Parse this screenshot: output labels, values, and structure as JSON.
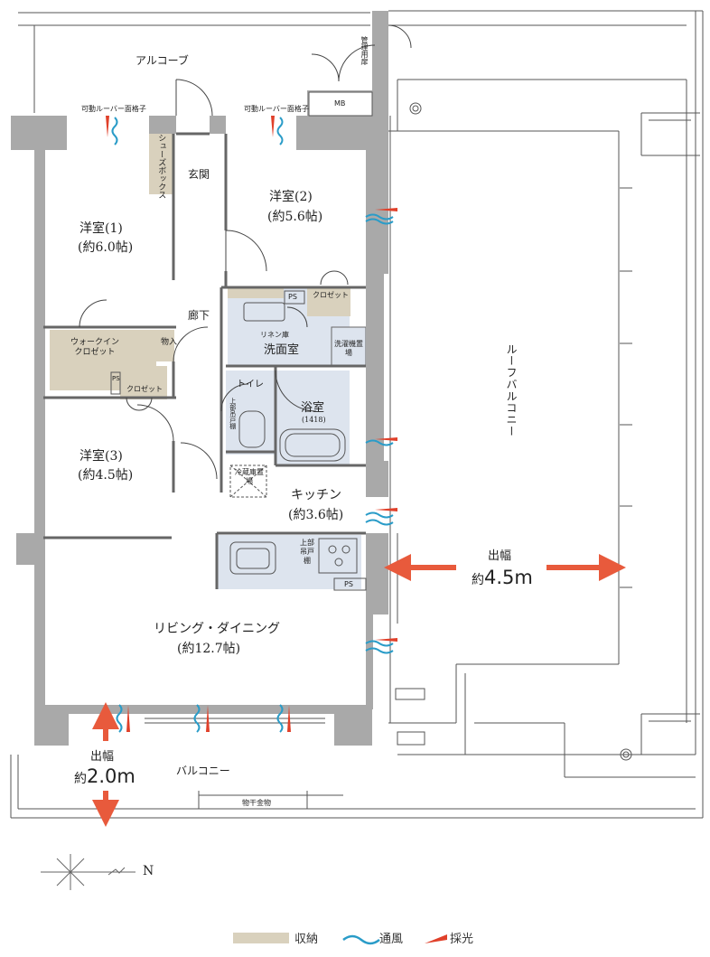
{
  "rooms": {
    "alcove": "アルコーブ",
    "kanri_door": "管理用扉",
    "mb": "MB",
    "louver_left": "可動ルーバー面格子",
    "louver_right": "可動ルーバー面格子",
    "shoe_box": "シューズボックス",
    "genkan": "玄関",
    "western1_name": "洋室(1)",
    "western1_size": "(約6.0帖)",
    "western2_name": "洋室(2)",
    "western2_size": "(約5.6帖)",
    "hallway": "廊下",
    "walkin": "ウォークイン\nクロゼット",
    "storage": "物入",
    "ps": "PS",
    "closet": "クロゼット",
    "closet_w2": "クロゼット",
    "linen": "リネン庫",
    "washroom": "洗面室",
    "washer": "洗濯機置場",
    "toilet": "トイレ",
    "upper_cabinet": "上部吊戸棚",
    "bath": "浴室",
    "bath_size": "(1418)",
    "western3_name": "洋室(3)",
    "western3_size": "(約4.5帖)",
    "fridge": "冷蔵庫置場",
    "kitchen_name": "キッチン",
    "kitchen_size": "(約3.6帖)",
    "kitchen_upper": "上部吊戸棚",
    "ps2": "PS",
    "living_name": "リビング・ダイニング",
    "living_size": "(約12.7帖)",
    "roof_balcony": "ルーフバルコニー",
    "balcony": "バルコニー",
    "drying": "物干金物"
  },
  "dimensions": {
    "roof_label": "出幅",
    "roof_prefix": "約",
    "roof_value": "4.5m",
    "balcony_label": "出幅",
    "balcony_prefix": "約",
    "balcony_value": "2.0m"
  },
  "compass": {
    "north": "N"
  },
  "legend": {
    "storage": "収納",
    "ventilation": "通風",
    "daylight": "採光"
  },
  "colors": {
    "wall": "#a9a9a9",
    "storage": "#d9d1bd",
    "wet_area": "#dde4ee",
    "ventilation": "#2a9cc8",
    "daylight": "#e0402a",
    "arrow": "#e85a3c"
  }
}
